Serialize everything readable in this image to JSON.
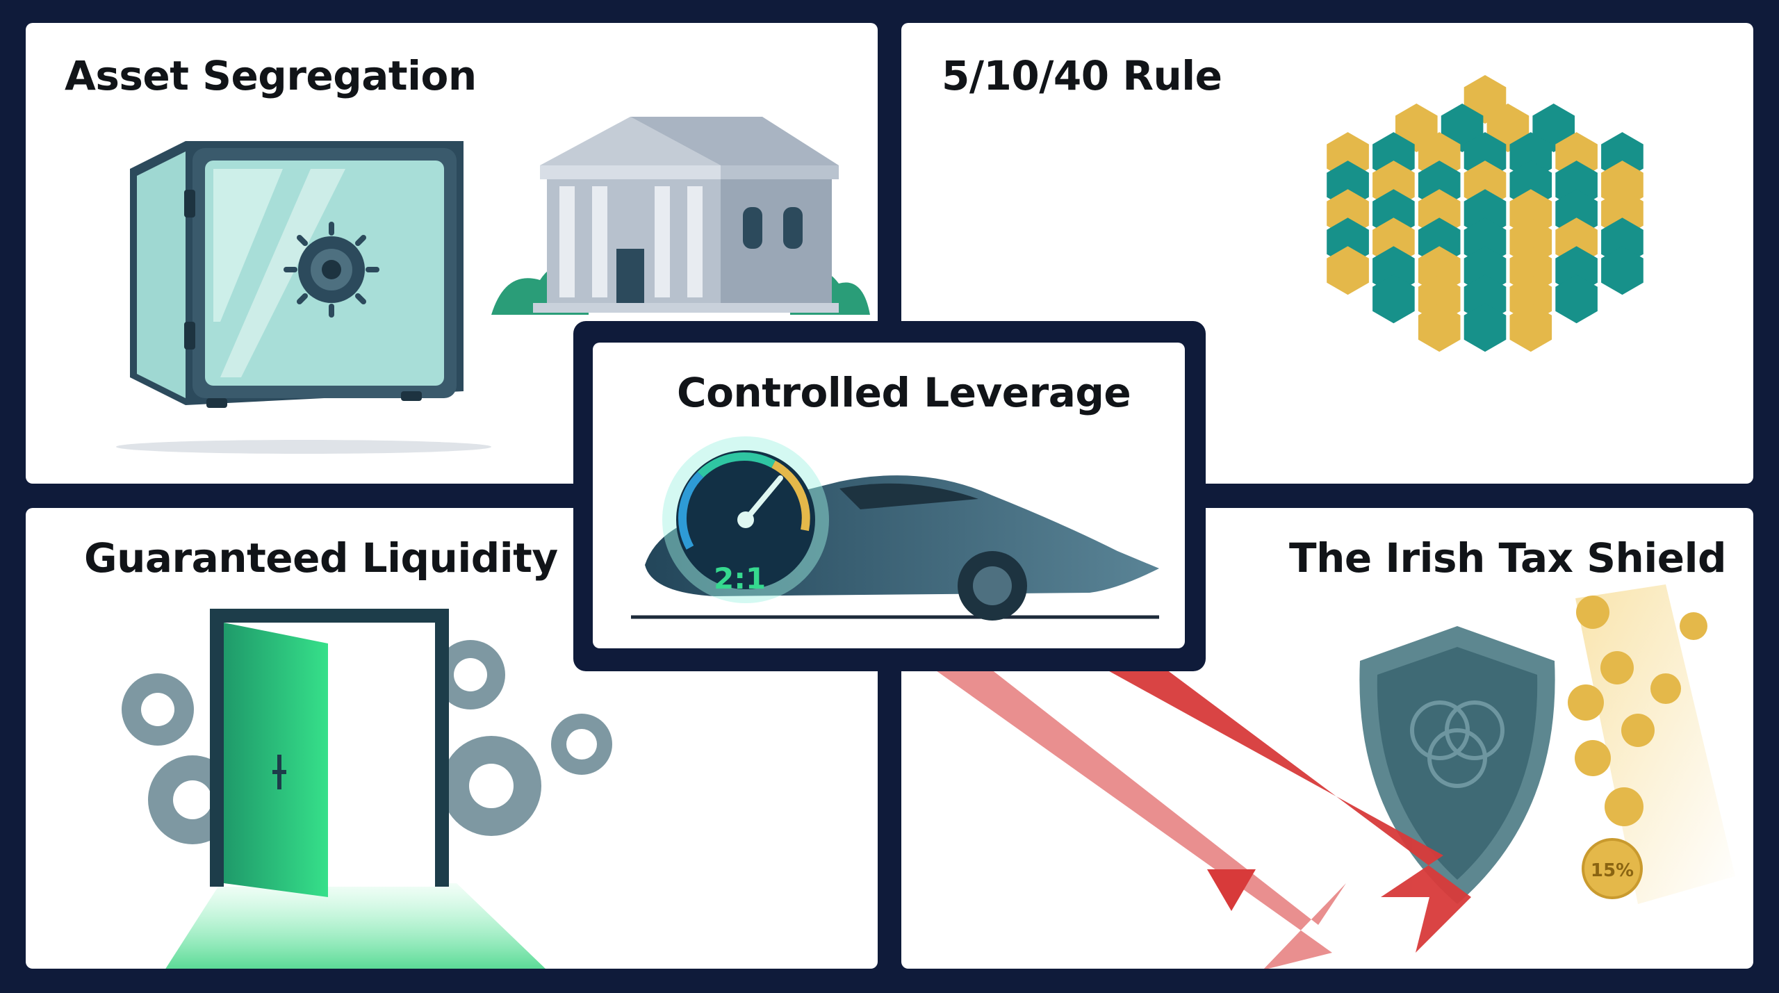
{
  "panels": {
    "asset_segregation": {
      "title": "Asset Segregation"
    },
    "rule": {
      "title": "5/10/40 Rule"
    },
    "leverage": {
      "title": "Controlled Leverage",
      "gauge_value": "2:1"
    },
    "liquidity": {
      "title": "Guaranteed Liquidity"
    },
    "tax": {
      "title": "The Irish Tax Shield",
      "coin_label": "15%"
    }
  },
  "colors": {
    "background": "#0f1b3a",
    "teal": "#17918a",
    "gold": "#e4b84a",
    "green": "#2fd07a",
    "red": "#d83a3a"
  },
  "icons": [
    "safe-icon",
    "bank-icon",
    "hexagon-grid-icon",
    "speedometer-icon",
    "sports-car-icon",
    "open-door-icon",
    "gear-icon",
    "shield-icon",
    "arrow-icon",
    "coin-icon"
  ]
}
